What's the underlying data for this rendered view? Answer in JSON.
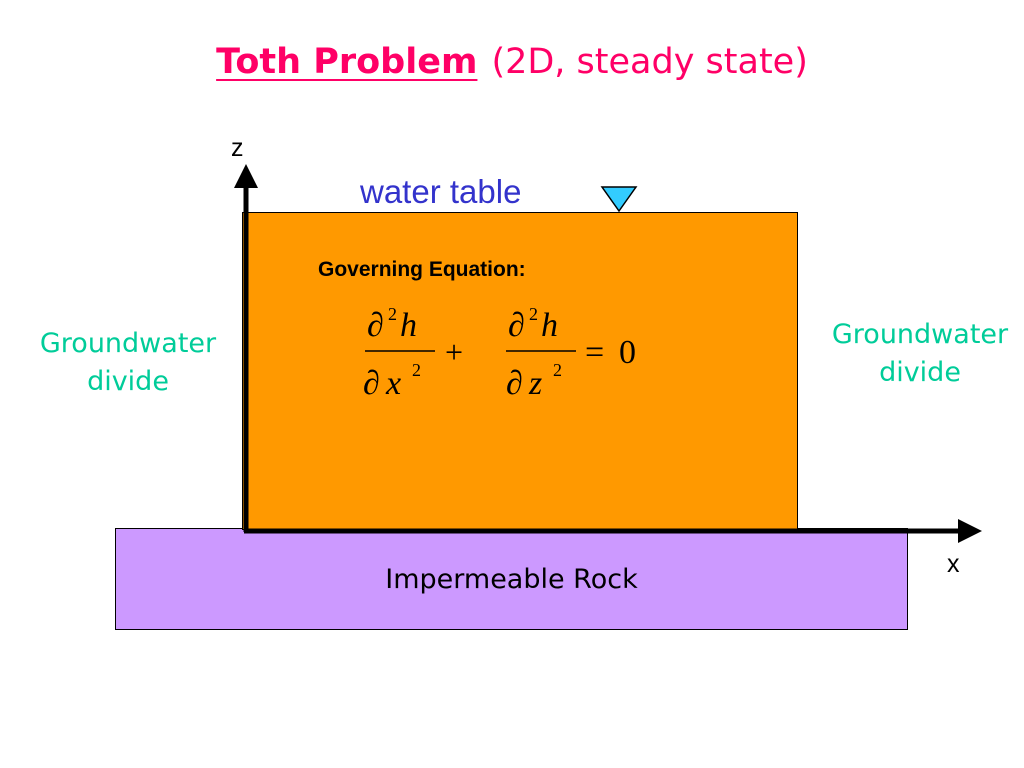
{
  "title": {
    "main": "Toth Problem",
    "sub": "(2D, steady state)"
  },
  "labels": {
    "water_table": "water table",
    "governing_equation": "Governing Equation:",
    "divide_left_line1": "Groundwater",
    "divide_left_line2": "divide",
    "divide_right_line1": "Groundwater",
    "divide_right_line2": "divide",
    "impermeable_rock": "Impermeable Rock",
    "axis_z": "z",
    "axis_x": "x"
  },
  "equation": {
    "term1_num_symbol": "∂",
    "term1_num_exp": "2",
    "term1_num_var": "h",
    "term1_den_symbol": "∂",
    "term1_den_var": "x",
    "term1_den_exp": "2",
    "plus": "+",
    "term2_num_symbol": "∂",
    "term2_num_exp": "2",
    "term2_num_var": "h",
    "term2_den_symbol": "∂",
    "term2_den_var": "z",
    "term2_den_exp": "2",
    "equals": "=",
    "rhs": "0"
  },
  "colors": {
    "title": "#ff0066",
    "aquifer": "#ff9900",
    "rock": "#cc99ff",
    "divide_text": "#00cc99",
    "water_table_text": "#3333cc",
    "water_table_marker": "#33ccff"
  },
  "icons": {
    "water_table_marker": "inverted-triangle-icon"
  }
}
